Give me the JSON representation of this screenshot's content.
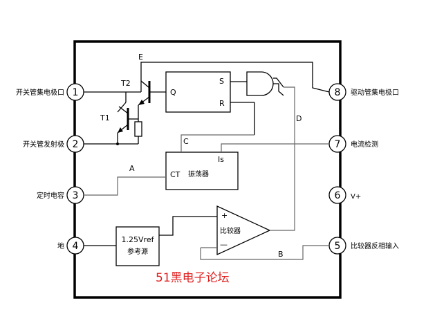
{
  "pins": [
    {
      "num": "1",
      "label": "开关管集电极口"
    },
    {
      "num": "2",
      "label": "开关管发射极"
    },
    {
      "num": "3",
      "label": "定时电容"
    },
    {
      "num": "4",
      "label": "地"
    },
    {
      "num": "5",
      "label": "比较器反相输入"
    },
    {
      "num": "6",
      "label": "V+"
    },
    {
      "num": "7",
      "label": "电流检测"
    },
    {
      "num": "8",
      "label": "驱动管集电极口"
    }
  ],
  "transistors": {
    "t1": "T1",
    "t2": "T2"
  },
  "flipflop": {
    "s": "S",
    "r": "R",
    "q": "Q"
  },
  "oscillator": {
    "ct": "CT",
    "title": "振荡器",
    "is": "Is"
  },
  "reference": {
    "line1": "1.25Vref",
    "line2": "参考源"
  },
  "comparator": {
    "plus": "+",
    "minus": "—",
    "title": "比较器"
  },
  "signals": {
    "a": "A",
    "b": "B",
    "c": "C",
    "d": "D",
    "e": "E"
  },
  "watermark": "51黑电子论坛"
}
